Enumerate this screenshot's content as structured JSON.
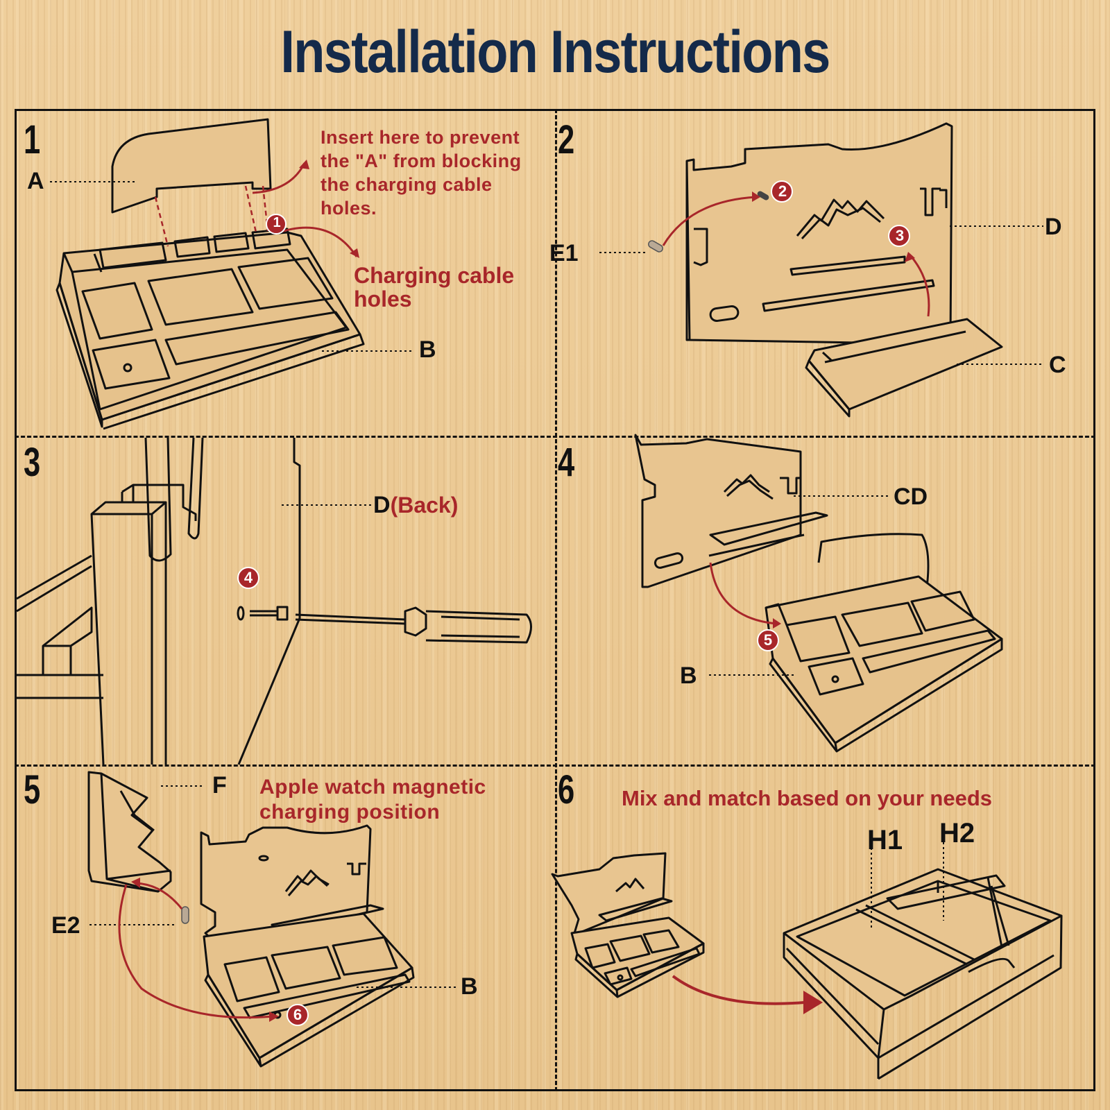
{
  "title": "Installation Instructions",
  "colors": {
    "title": "#142a4a",
    "accent": "#a8262a",
    "line": "#111111",
    "wood": "#ecc993"
  },
  "steps": [
    {
      "number": "1",
      "note": "Insert here to prevent the \"A\" from blocking the charging cable holes.",
      "note2": "Charging cable holes",
      "labels": [
        "A",
        "B"
      ],
      "badge": "1"
    },
    {
      "number": "2",
      "labels": [
        "E1",
        "D",
        "C"
      ],
      "badges": [
        "2",
        "3"
      ]
    },
    {
      "number": "3",
      "label": "D",
      "label_note": "(Back)",
      "badge": "4"
    },
    {
      "number": "4",
      "labels": [
        "CD",
        "B"
      ],
      "badge": "5"
    },
    {
      "number": "5",
      "note": "Apple watch magnetic charging position",
      "labels": [
        "F",
        "E2",
        "B"
      ],
      "badge": "6"
    },
    {
      "number": "6",
      "note": "Mix and match based on your needs",
      "labels": [
        "H1",
        "H2"
      ]
    }
  ]
}
